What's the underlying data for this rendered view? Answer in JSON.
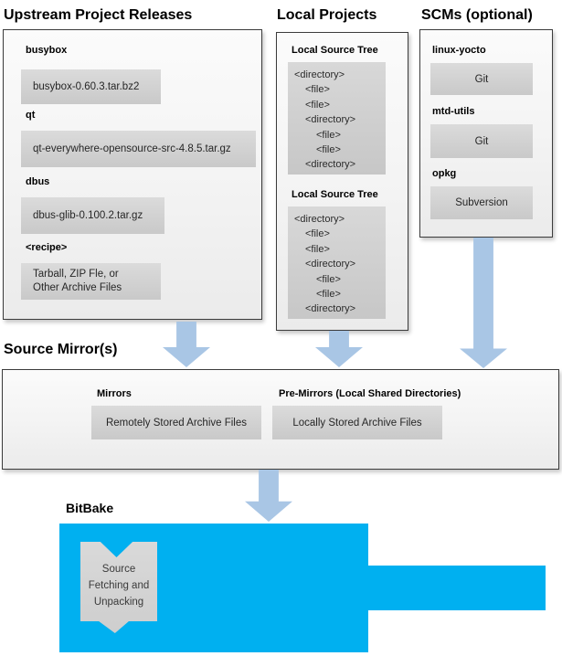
{
  "upstream": {
    "title": "Upstream Project Releases",
    "items": [
      {
        "label": "busybox",
        "value": "busybox-0.60.3.tar.bz2"
      },
      {
        "label": "qt",
        "value": "qt-everywhere-opensource-src-4.8.5.tar.gz"
      },
      {
        "label": "dbus",
        "value": "dbus-glib-0.100.2.tar.gz"
      },
      {
        "label": "<recipe>",
        "value": "Tarball, ZIP Fle, or\nOther Archive Files"
      }
    ]
  },
  "local_projects": {
    "title": "Local Projects",
    "trees": [
      {
        "label": "Local Source Tree",
        "lines": [
          "<directory>",
          "<file>",
          "<file>",
          "<directory>",
          "<file>",
          "<file>",
          "<directory>"
        ]
      },
      {
        "label": "Local Source Tree",
        "lines": [
          "<directory>",
          "<file>",
          "<file>",
          "<directory>",
          "<file>",
          "<file>",
          "<directory>"
        ]
      }
    ]
  },
  "scms": {
    "title": "SCMs (optional)",
    "items": [
      {
        "label": "linux-yocto",
        "value": "Git"
      },
      {
        "label": "mtd-utils",
        "value": "Git"
      },
      {
        "label": "opkg",
        "value": "Subversion"
      }
    ]
  },
  "source_mirrors": {
    "title": "Source Mirror(s)",
    "groups": [
      {
        "label": "Mirrors",
        "value": "Remotely Stored Archive Files"
      },
      {
        "label": "Pre-Mirrors (Local Shared Directories)",
        "value": "Locally Stored Archive Files"
      }
    ]
  },
  "bitbake": {
    "title": "BitBake",
    "ribbon_text": "Source\nFetching and\nUnpacking"
  },
  "colors": {
    "bitbake_blue": "#00b0f0",
    "arrow_blue": "#a9c6e5"
  }
}
